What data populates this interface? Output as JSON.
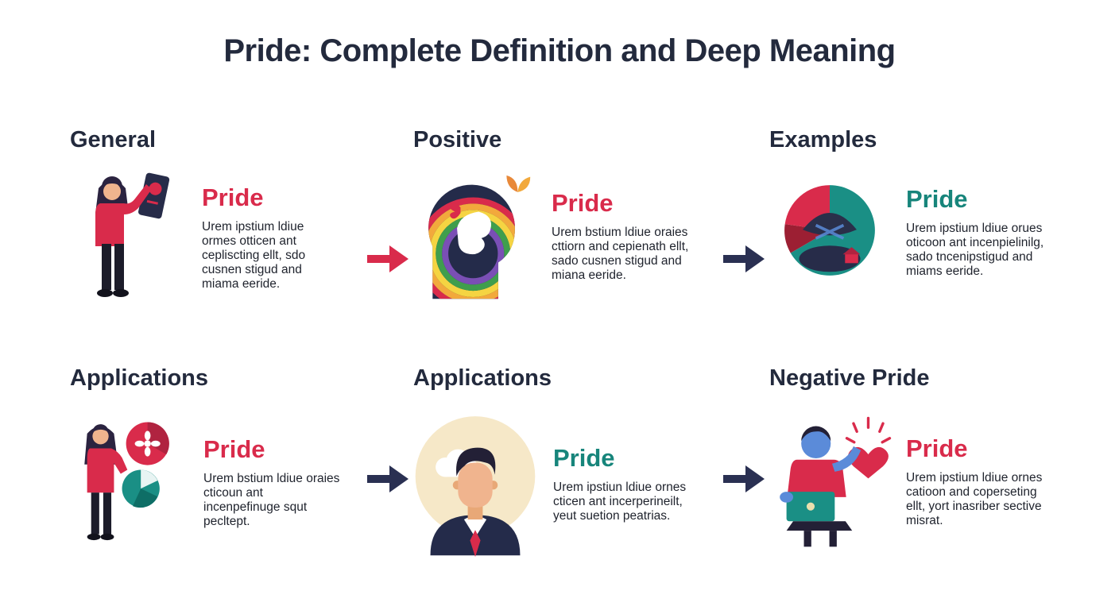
{
  "title": "Pride: Complete Definition and Deep Meaning",
  "colors": {
    "red": "#d92b4b",
    "teal": "#17857b",
    "navy": "#2a3052",
    "ink": "#232a3d"
  },
  "sections": [
    {
      "header": "General",
      "label": "Pride",
      "accent": "red",
      "illustration": "person-holding-banner",
      "body": "Urem ipstium ldiue ormes otticen ant cepliscting ellt, sdo cusnen stigud and miama eeride."
    },
    {
      "header": "Positive",
      "label": "Pride",
      "accent": "red",
      "illustration": "head-silhouette-with-rainbow",
      "body": "Urem bstium ldiue oraies cttiorn and cepienath ellt, sado cusnen stigud and miana eeride."
    },
    {
      "header": "Examples",
      "label": "Pride",
      "accent": "teal",
      "illustration": "pie-chart-with-cap",
      "body": "Urem ipstium ldiue orues oticoon ant incenpielinilg, sado tncenipstigud and miams eeride."
    },
    {
      "header": "Applications",
      "label": "Pride",
      "accent": "red",
      "illustration": "person-with-pie-charts",
      "body": "Urem bstium ldiue oraies cticoun ant incenpefinuge squt pecltept."
    },
    {
      "header": "Applications",
      "label": "Pride",
      "accent": "teal",
      "illustration": "businessman-avatar",
      "body": "Urem ipstiun ldiue ornes cticen ant incerperineilt, yeut suetion peatrias."
    },
    {
      "header": "Negative Pride",
      "label": "Pride",
      "accent": "red",
      "illustration": "person-with-laptop-and-heart",
      "body": "Urem ipstium ldiue ornes catioon and coperseting ellt, yort inasriber sective misrat."
    }
  ],
  "arrows": [
    {
      "row": "top",
      "position": "left",
      "color": "red",
      "icon": "right-arrow"
    },
    {
      "row": "top",
      "position": "right",
      "color": "navy",
      "icon": "right-arrow"
    },
    {
      "row": "bottom",
      "position": "left",
      "color": "navy",
      "icon": "right-arrow"
    },
    {
      "row": "bottom",
      "position": "right",
      "color": "navy",
      "icon": "right-arrow"
    }
  ]
}
